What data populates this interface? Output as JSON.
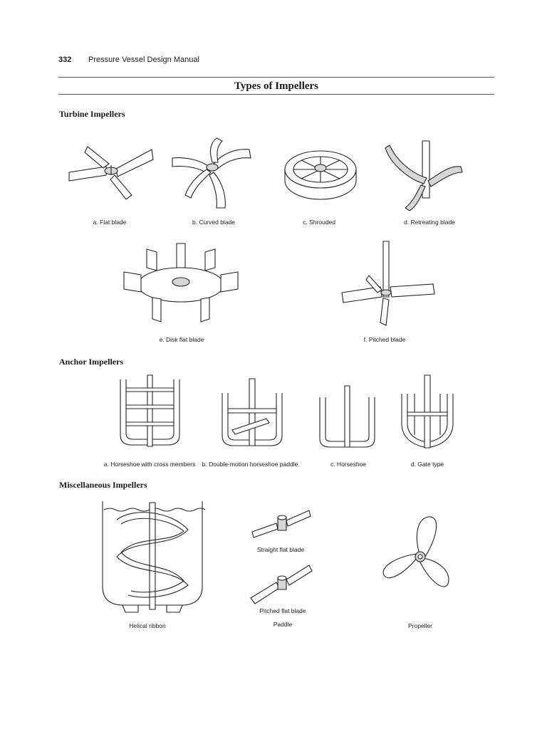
{
  "header": {
    "page_number": "332",
    "book_title": "Pressure Vessel Design Manual"
  },
  "section_title": "Types of Impellers",
  "groups": {
    "turbine": {
      "heading": "Turbine Impellers",
      "captions": [
        "a. Flat blade",
        "b. Curved blade",
        "c. Shrouded",
        "d. Retreating blade",
        "e. Disk flat blade",
        "f. Pitched blade"
      ]
    },
    "anchor": {
      "heading": "Anchor Impellers",
      "captions": [
        "a. Horseshoe with cross members",
        "b. Double-motion horseshoe paddle",
        "c. Horseshoe",
        "d. Gate type"
      ]
    },
    "misc": {
      "heading": "Miscellaneous Impellers",
      "captions": [
        "Helical ribbon",
        "Straight flat blade",
        "Pitched flat blade",
        "Paddle",
        "Propeller"
      ]
    }
  }
}
